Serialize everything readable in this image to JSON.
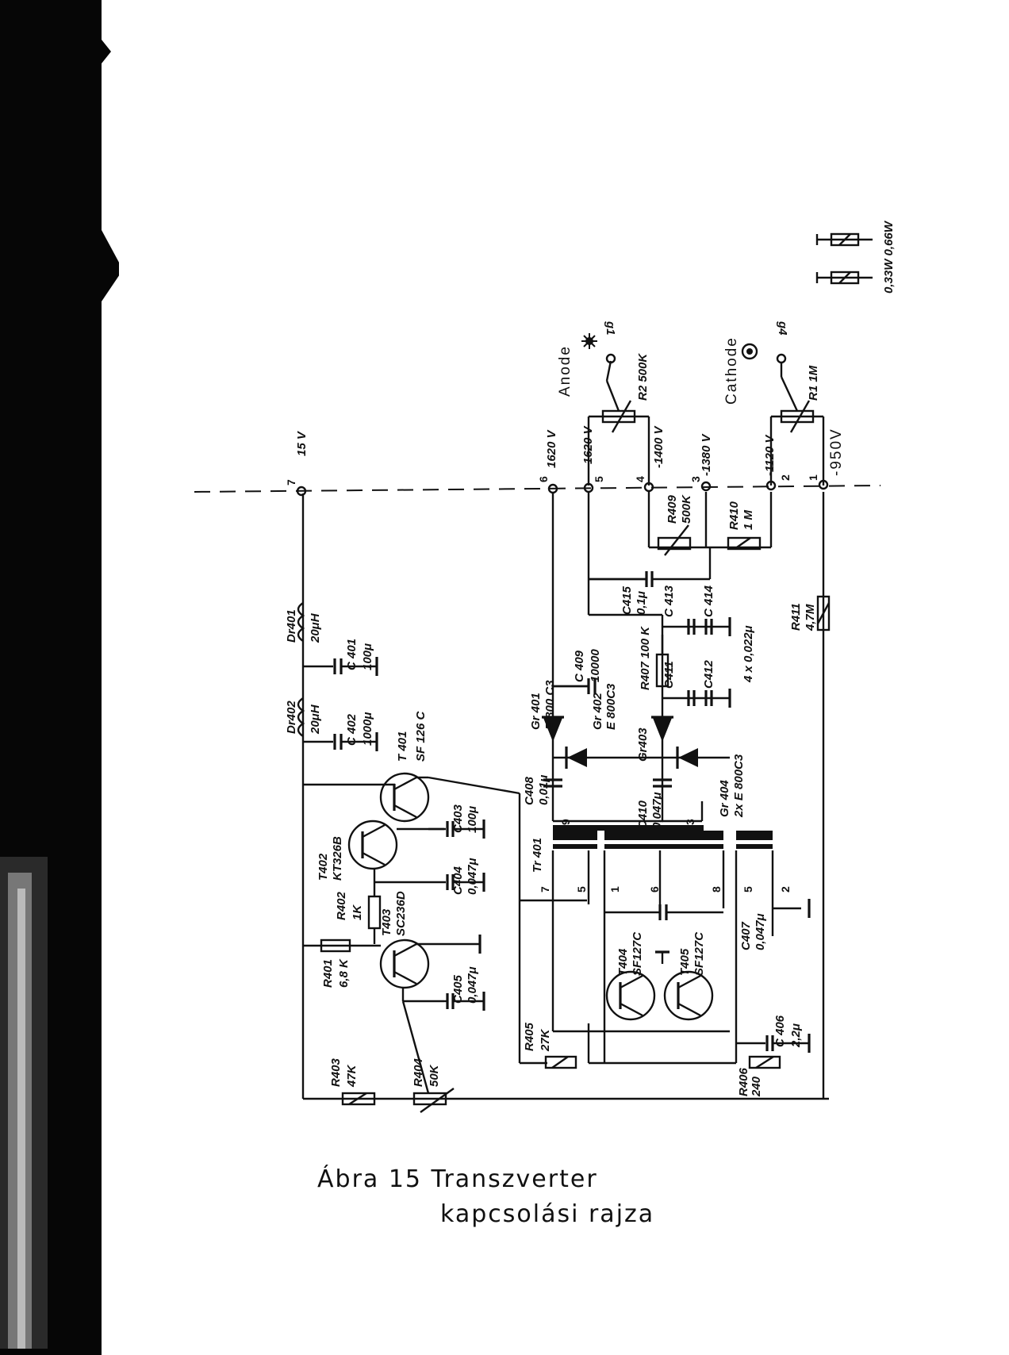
{
  "caption": {
    "line1": "Ábra 15 Transzverter",
    "line2": "kapcsolási rajza"
  },
  "legend": {
    "resistor_ratings": "0,33W 0,66W"
  },
  "nodes": {
    "n7": {
      "pin": "7",
      "voltage": "15 V"
    },
    "n6": {
      "pin": "6",
      "voltage": "1620 V"
    },
    "n5": {
      "pin": "5",
      "voltage": "-1620 V"
    },
    "n4": {
      "pin": "4",
      "voltage": "-1400 V"
    },
    "n3": {
      "pin": "3",
      "voltage": "-1380 V"
    },
    "n2": {
      "pin": "2",
      "voltage": "-1120 V"
    },
    "n1": {
      "pin": "1",
      "voltage": "-950V"
    }
  },
  "outputs": {
    "anode": "Anode",
    "anode_id": "g1",
    "cathode": "Cathode",
    "cathode_id": "g4"
  },
  "components": {
    "R1": "R1  1M",
    "R2": "R2  500K",
    "R401": "R401\n6,8 K",
    "R401_a": "R401",
    "R401_b": "6,8 K",
    "R402_a": "R402",
    "R402_b": "1K",
    "R403_a": "R403",
    "R403_b": "47K",
    "R404_a": "R404",
    "R404_b": "50K",
    "R405_a": "R405",
    "R405_b": "27K",
    "R406_a": "R406",
    "R406_b": "240",
    "R407": "R407  100 K",
    "R409_a": "R409",
    "R409_b": "500K",
    "R410_a": "R410",
    "R410_b": "1  M",
    "R411_a": "R411",
    "R411_b": "4,7M",
    "C401_a": "C 401",
    "C401_b": "100μ",
    "C402_a": "C 402",
    "C402_b": "1000μ",
    "C403_a": "C403",
    "C403_b": "100μ",
    "C404_a": "C404",
    "C404_b": "0,047μ",
    "C405_a": "C405",
    "C405_b": "0,047μ",
    "C406_a": "C 406",
    "C406_b": "2,2μ",
    "C407_a": "C407",
    "C407_b": "0,047μ",
    "C408_a": "C408",
    "C408_b": "0,01μ",
    "C409_a": "C 409",
    "C409_b": "10000",
    "C410_a": "C410",
    "C410_b": "0,047μ",
    "C411": "C411",
    "C412": "C412",
    "C413": "C 413",
    "C414": "C 414",
    "C41x_value": "4 x 0,022μ",
    "C415_a": "C415",
    "C415_b": "0,1μ",
    "Dr401_a": "Dr401",
    "Dr401_b": "20μH",
    "Dr402_a": "Dr402",
    "Dr402_b": "20μH",
    "Gr401_a": "Gr 401",
    "Gr401_b": "E 800 C3",
    "Gr402_a": "Gr 402",
    "Gr402_b": "E 800C3",
    "Gr403": "Gr403",
    "Gr404_a": "Gr 404",
    "Gr404_b": "2x E 800C3",
    "T401_a": "T 401",
    "T401_b": "SF 126 C",
    "T402_a": "T402",
    "T402_b": "KT326B",
    "T403_a": "T403",
    "T403_b": "SC236D",
    "T404_a": "T404",
    "T404_b": "SF127C",
    "T405_a": "T405",
    "T405_b": "SF127C",
    "Tr401": "Tr 401"
  },
  "transformer_pins": {
    "p7": "7",
    "p5a": "5",
    "p1": "1",
    "p6": "6",
    "p8": "8",
    "p5b": "5",
    "p2": "2",
    "p9": "9",
    "p3": "3"
  }
}
